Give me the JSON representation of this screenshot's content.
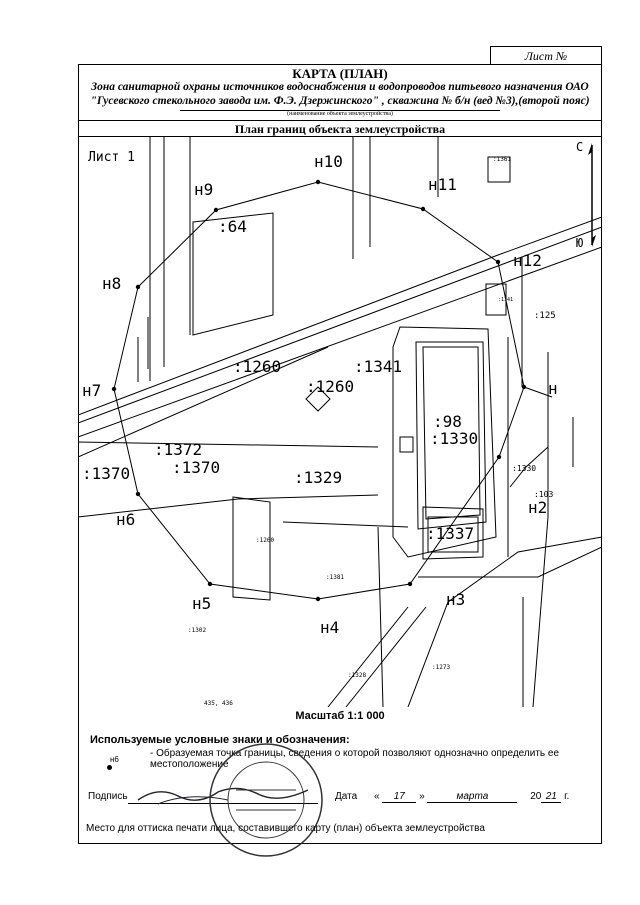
{
  "header": {
    "sheet_box": "Лист №",
    "title": "КАРТА (ПЛАН)",
    "subtitle_line1": "Зона санитарной охраны источников водоснабжения и водопроводов питьевого назначения ОАО",
    "subtitle_line2": "\"Гусевского стекольного завода им. Ф.Э. Дзержинского\" , скважина № б/н (вед №3),(второй пояс)",
    "subtitle_caption": "(наименование объекта землеустройства)",
    "plan_title": "План границ объекта землеустройства"
  },
  "map": {
    "sheet_label": "Лист 1",
    "north": "С",
    "south": "Ю",
    "points": [
      "н10",
      "н9",
      "н11",
      "н12",
      "н8",
      "н7",
      "н",
      "н6",
      "н5",
      "н4",
      "н3",
      "н2"
    ],
    "parcels": [
      ":64",
      ":1260",
      ":1341",
      ":1260",
      ":98",
      ":1330",
      ":1372",
      ":1370",
      ":1370",
      ":1329",
      ":1337",
      ":1330",
      ":1361",
      ":1260",
      ":1381",
      ":1302",
      ":125",
      ":1341",
      ":103",
      ":1273",
      ":1328",
      "435, 436"
    ]
  },
  "scale": "Масштаб 1:1 000",
  "legend": {
    "heading": "Используемые условные знаки и обозначения:",
    "marker_label": "н6",
    "text": "- Образуемая точка границы, сведения о которой позволяют однозначно определить ее местоположение"
  },
  "signature_label": "Подпись",
  "date": {
    "label": "Дата",
    "day": "17",
    "month": "марта",
    "year_prefix": "20",
    "year_suffix": "21",
    "suffix": "г."
  },
  "stamp_caption": "Место для оттиска печати лица, составившего карту (план) объекта землеустройства"
}
